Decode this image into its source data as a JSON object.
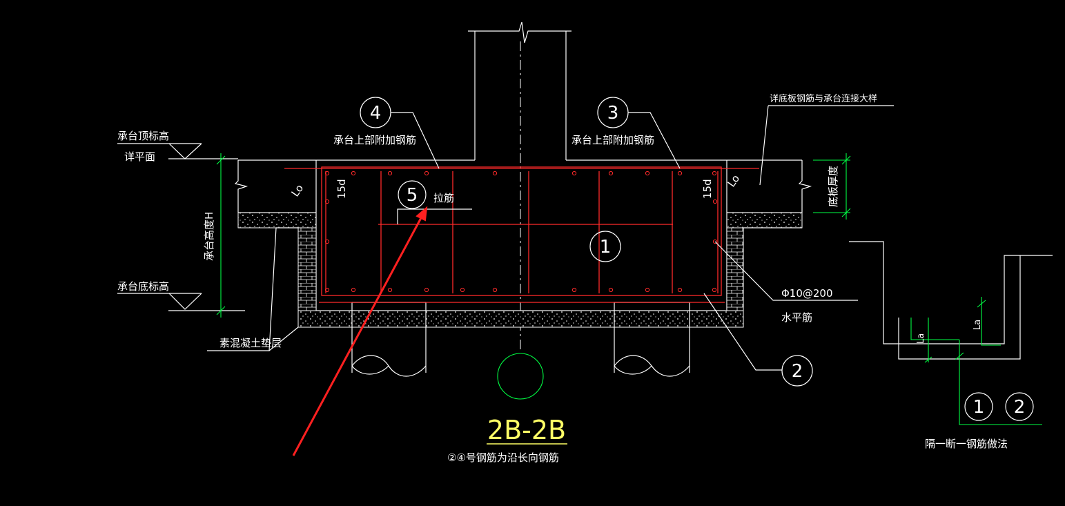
{
  "labels": {
    "cap_top_elev": "承台顶标高",
    "see_plan": "详平面",
    "cap_bottom_elev": "承台底标高",
    "cap_height": "承台高度H",
    "plain_concrete": "素混凝土垫层",
    "slab_detail": "详底板钢筋与承台连接大样",
    "slab_thickness": "底板厚度",
    "top_extra_rebar_left": "承台上部附加钢筋",
    "top_extra_rebar_right": "承台上部附加钢筋",
    "tie_bar": "拉筋",
    "rebar_spec": "Φ10@200",
    "horizontal_bar": "水平筋",
    "anchor_left": "15d",
    "anchor_right": "15d",
    "lo_left": "Lo",
    "lo_right": "Lo",
    "la_a": "La",
    "la_b": "La",
    "alt_method": "隔一断一钢筋做法"
  },
  "markers": {
    "m1": "1",
    "m2": "2",
    "m3": "3",
    "m4": "4",
    "m5": "5",
    "detail_m1": "1",
    "detail_m2": "2"
  },
  "section": {
    "title": "2B-2B",
    "note": "②④号钢筋为沿长向钢筋"
  },
  "colors": {
    "background": "#000000",
    "linework": "#ffffff",
    "rebar": "#ff2a2a",
    "dimension": "#00ff44",
    "title": "#ffff66",
    "annotation_arrow": "#ff2020"
  }
}
